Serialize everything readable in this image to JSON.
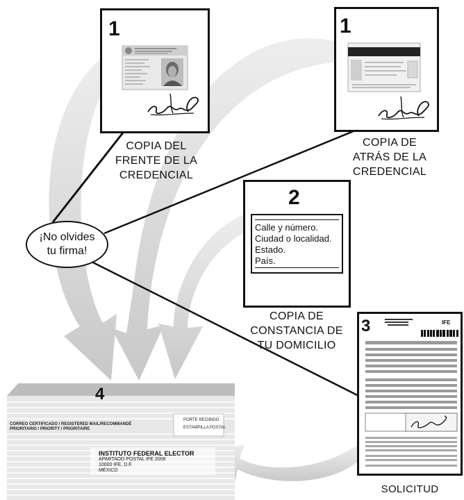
{
  "steps": {
    "front": {
      "number": "1",
      "caption": [
        "COPIA DEL",
        "FRENTE DE LA",
        "CREDENCIAL"
      ]
    },
    "back": {
      "number": "1",
      "caption": [
        "COPIA DE",
        "ATRÁS  DE LA",
        "CREDENCIAL"
      ]
    },
    "address": {
      "number": "2",
      "lines": [
        "Calle y número.",
        "Ciudad o localidad.",
        "Estado.",
        "País."
      ],
      "caption": [
        "COPIA DE",
        "CONSTANCIA DE",
        "TU DOMICILIO"
      ]
    },
    "form": {
      "number": "3",
      "caption": "SOLICITUD"
    },
    "envelope": {
      "number": "4",
      "mail_class": [
        "CORREO CERTIFICADO / REGISTERED MAIL/RECOMMANDÉ",
        "PRIORITARIO / PRIORITY / PRIORITAIRE"
      ],
      "postage": [
        "PORTE RECIBIDO",
        "ESTAMPILLA POSTAL"
      ],
      "recipient": [
        "INSTITUTO FEDERAL ELECTOR",
        "APARTADO POSTAL IFE 2006",
        "10000 IFE, D.F.",
        "MÉXICO"
      ]
    }
  },
  "reminder": [
    "¡No olvides",
    "tu firma!"
  ],
  "colors": {
    "ink": "#111111",
    "arrow": "#d6d6d6"
  }
}
